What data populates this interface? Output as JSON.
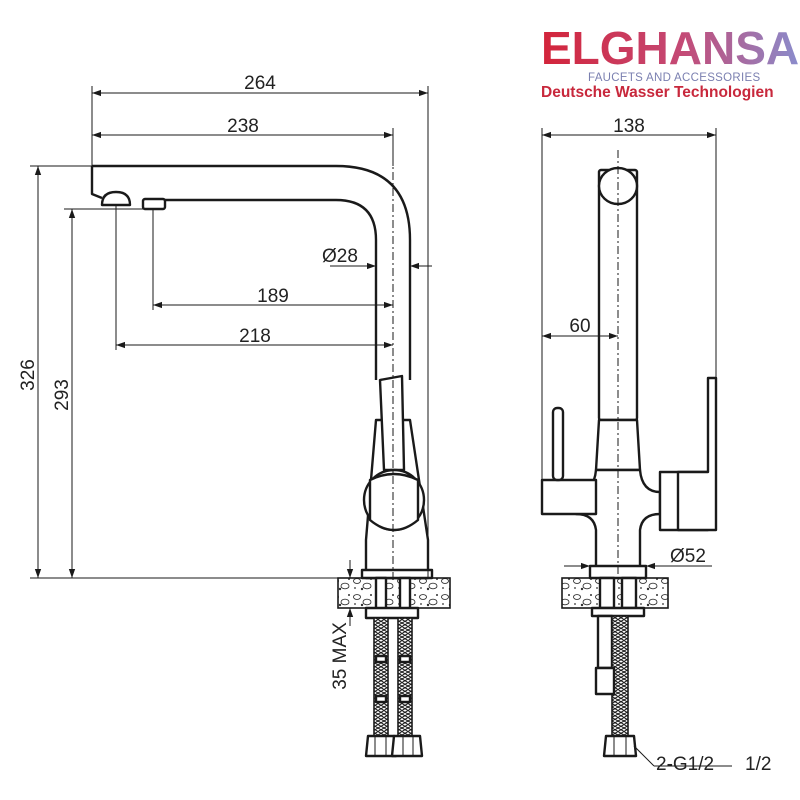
{
  "brand": {
    "name": "ELGHANSA",
    "subtitle": "FAUCETS AND ACCESSORIES",
    "tagline": "Deutsche Wasser Technologien",
    "colors": {
      "red": "#d3243a",
      "violet": "#8a8ccc"
    }
  },
  "dimensions": {
    "overall_reach": "264",
    "spout_reach": "238",
    "aerator_offset_inner": "189",
    "aerator_offset_outer": "218",
    "spout_diameter": "Ø28",
    "overall_height": "326",
    "spout_height": "293",
    "max_countertop": "35 MAX",
    "body_width": "138",
    "side_offset": "60",
    "base_diameter": "Ø52",
    "connection": "2-G1/2",
    "connection_suffix": "1/2"
  }
}
